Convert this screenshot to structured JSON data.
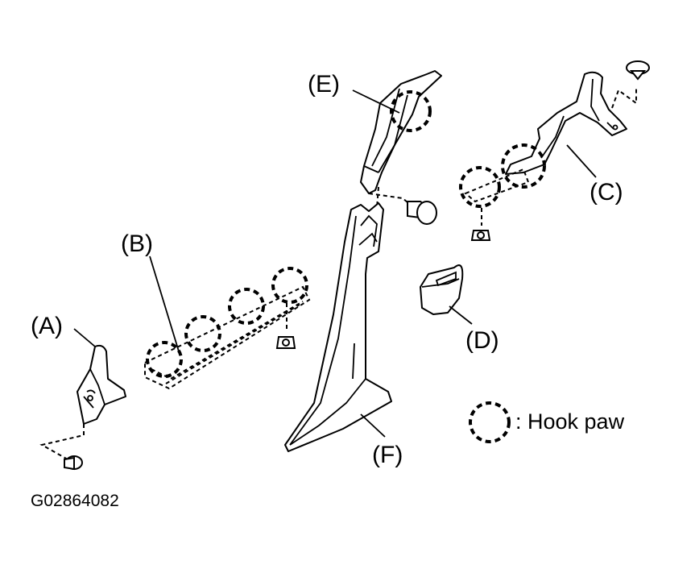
{
  "labels": {
    "A": "(A)",
    "B": "(B)",
    "C": "(C)",
    "D": "(D)",
    "E": "(E)",
    "F": "(F)"
  },
  "legend": {
    "hook_paw": ": Hook paw"
  },
  "figure_code": "G02864082",
  "colors": {
    "ink": "#000000",
    "background": "#ffffff"
  }
}
